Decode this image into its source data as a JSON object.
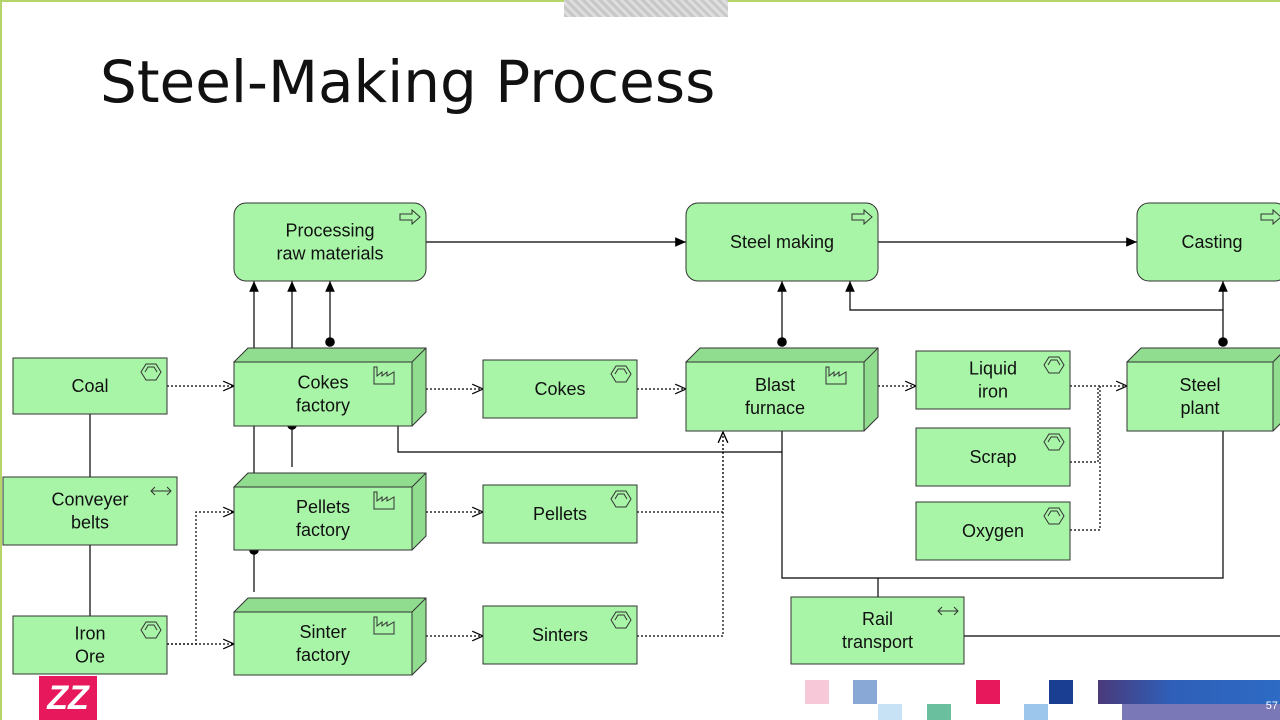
{
  "title": "Steel-Making Process",
  "page_number": "57",
  "logo_text": "ZZ",
  "colors": {
    "node_fill": "#a8f5a8",
    "node_stroke": "#333333",
    "accent": "#e8185c",
    "frame": "#b5d46a"
  },
  "nodes": [
    {
      "id": "proc",
      "type": "process",
      "icon": "process-arrow-icon",
      "lines": [
        "Processing",
        "raw materials"
      ]
    },
    {
      "id": "steel",
      "type": "process",
      "icon": "process-arrow-icon",
      "lines": [
        "Steel making"
      ]
    },
    {
      "id": "casting",
      "type": "process",
      "icon": "process-arrow-icon",
      "lines": [
        "Casting"
      ]
    },
    {
      "id": "coal",
      "type": "material",
      "icon": "material-hexagon-icon",
      "lines": [
        "Coal"
      ]
    },
    {
      "id": "cokesf",
      "type": "facility",
      "icon": "factory-icon",
      "lines": [
        "Cokes",
        "factory"
      ]
    },
    {
      "id": "cokes",
      "type": "material",
      "icon": "material-hexagon-icon",
      "lines": [
        "Cokes"
      ]
    },
    {
      "id": "blast",
      "type": "facility",
      "icon": "factory-icon",
      "lines": [
        "Blast",
        "furnace"
      ]
    },
    {
      "id": "liquid",
      "type": "material",
      "icon": "material-hexagon-icon",
      "lines": [
        "Liquid",
        "iron"
      ]
    },
    {
      "id": "scrap",
      "type": "material",
      "icon": "material-hexagon-icon",
      "lines": [
        "Scrap"
      ]
    },
    {
      "id": "oxygen",
      "type": "material",
      "icon": "material-hexagon-icon",
      "lines": [
        "Oxygen"
      ]
    },
    {
      "id": "steelplant",
      "type": "facility",
      "icon": "",
      "lines": [
        "Steel",
        "plant"
      ]
    },
    {
      "id": "conveyer",
      "type": "distribution",
      "icon": "distribution-network-icon",
      "lines": [
        "Conveyer",
        "belts"
      ]
    },
    {
      "id": "pelletsf",
      "type": "facility",
      "icon": "factory-icon",
      "lines": [
        "Pellets",
        "factory"
      ]
    },
    {
      "id": "pellets",
      "type": "material",
      "icon": "material-hexagon-icon",
      "lines": [
        "Pellets"
      ]
    },
    {
      "id": "iron",
      "type": "material",
      "icon": "material-hexagon-icon",
      "lines": [
        "Iron",
        "Ore"
      ]
    },
    {
      "id": "sinterf",
      "type": "facility",
      "icon": "factory-icon",
      "lines": [
        "Sinter",
        "factory"
      ]
    },
    {
      "id": "sinters",
      "type": "material",
      "icon": "material-hexagon-icon",
      "lines": [
        "Sinters"
      ]
    },
    {
      "id": "rail",
      "type": "distribution",
      "icon": "distribution-network-icon",
      "lines": [
        "Rail",
        "transport"
      ]
    }
  ]
}
